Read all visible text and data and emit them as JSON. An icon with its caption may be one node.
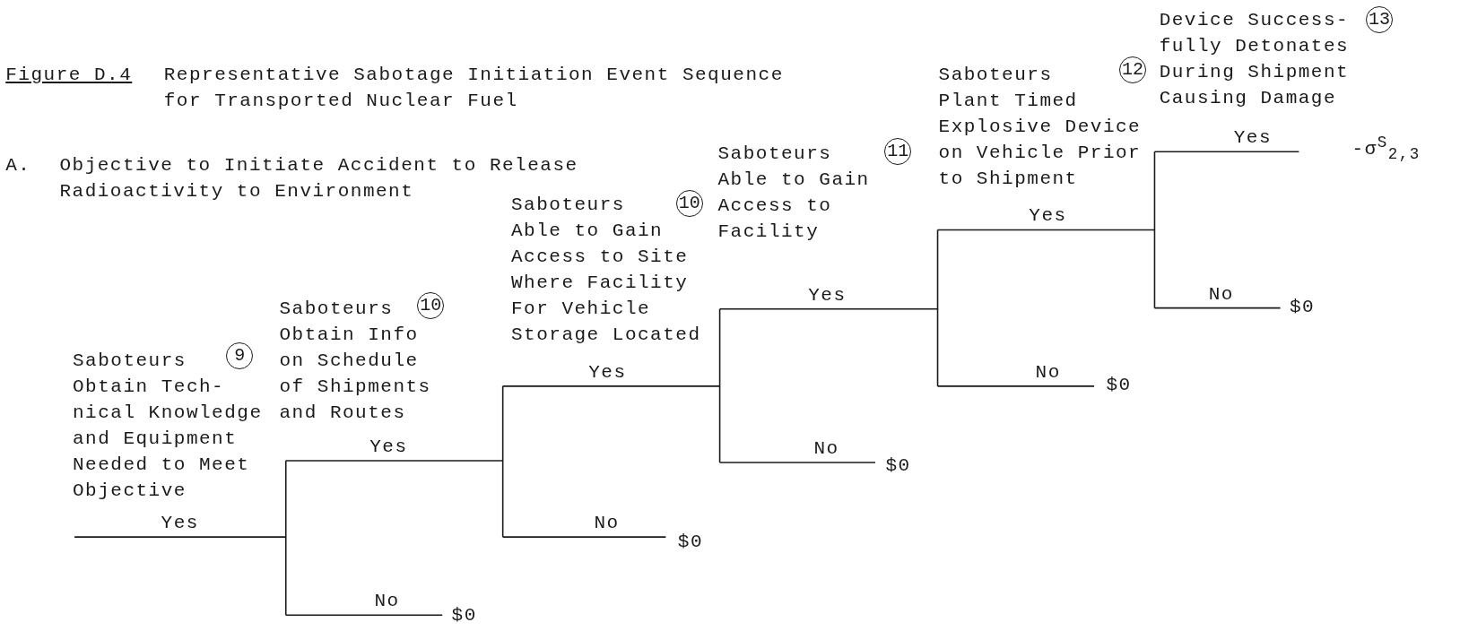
{
  "diagram": {
    "labels": [
      "Device Success- fully Detonates During Shipment Causing Damage",
      "13",
      "Figure D.4",
      "Representative Sabotage Initiation Event Sequence for Transported Nuclear Fuel",
      "Saboteurs Plant Timed Explosive Device on Vehicle Prior to Shipment",
      "12",
      "Yes",
      "-σ$^{S}$$_{2,3}$",
      "Saboteurs Able to Gain Access to Facility",
      "11",
      "A.",
      "Objective to Initiate Accident to Release Radioactivity to Environment",
      "Saboteurs Able to Gain Access to Site Where Facility For Vehicle Storage Located",
      "10",
      "Yes",
      "Yes",
      "No",
      "Saboteurs Obtain Info on Schedule of Shipments and Routes",
      "10",
      "$0",
      "Saboteurs Obtain Tech- nical Knowledge and Equipment Needed to Meet Objective",
      "9",
      "Yes",
      "No",
      "$0",
      "Yes",
      "No",
      "$0",
      "Yes",
      "No",
      "$0",
      "No",
      "$0"
    ]
  }
}
